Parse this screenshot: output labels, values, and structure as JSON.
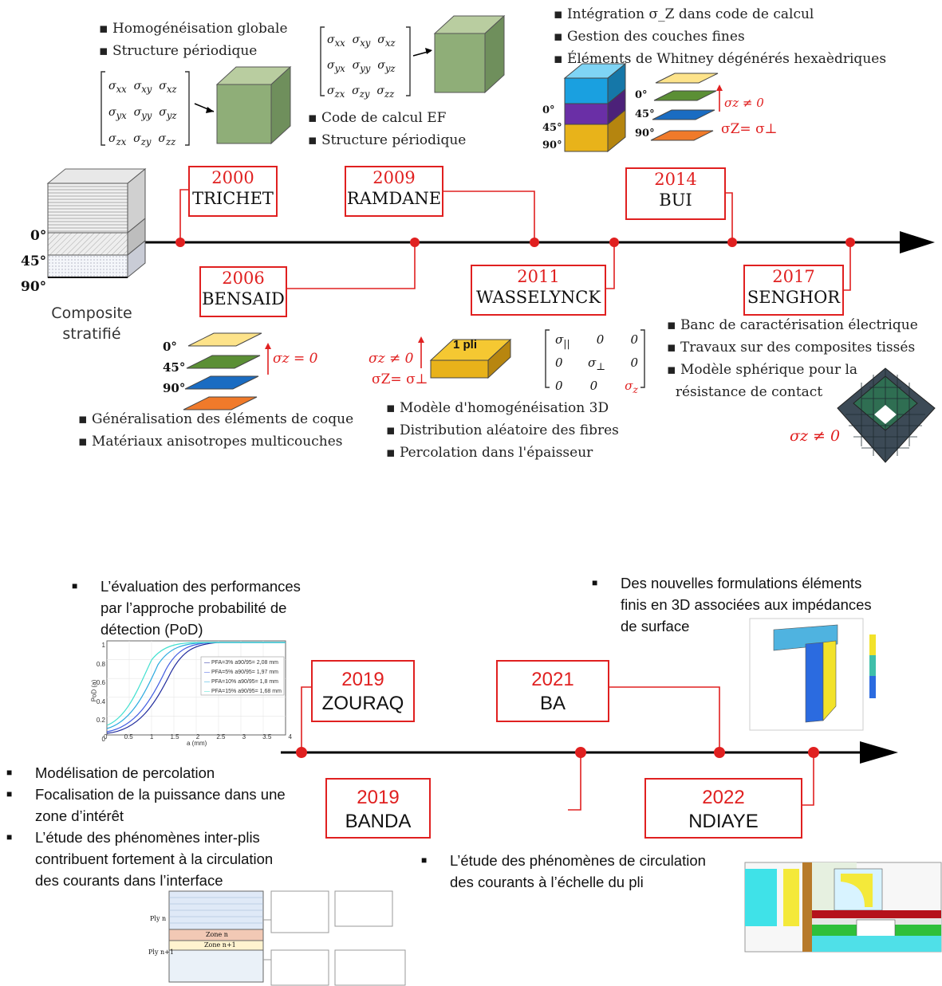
{
  "timeline1": {
    "entries": [
      {
        "year": "2000",
        "name": "TRICHET"
      },
      {
        "year": "2006",
        "name": "BENSAID"
      },
      {
        "year": "2009",
        "name": "RAMDANE"
      },
      {
        "year": "2011",
        "name": "WASSELYNCK"
      },
      {
        "year": "2014",
        "name": "BUI"
      },
      {
        "year": "2017",
        "name": "SENGHOR"
      }
    ],
    "composite_label_1": "Composite",
    "composite_label_2": "stratifié",
    "angles": [
      "0°",
      "45°",
      "90°"
    ],
    "trichet_bullets": [
      "Homogénéisation globale",
      "Structure périodique"
    ],
    "ramdane_bullets": [
      "Code de calcul EF",
      "Structure périodique"
    ],
    "bui_bullets": [
      "Intégration σ_Z dans code de calcul",
      "Gestion des couches fines",
      "Éléments de Whitney dégénérés hexaèdriques"
    ],
    "bensaid_bullets": [
      "Généralisation des éléments de coque",
      "Matériaux anisotropes multicouches"
    ],
    "wasselynck_bullets": [
      "Modèle d'homogénéisation 3D",
      "Distribution aléatoire des fibres",
      "Percolation dans l'épaisseur"
    ],
    "senghor_bullets": [
      "Banc de caractérisation électrique",
      "Travaux sur des composites  tissés",
      "Modèle sphérique pour la",
      "résistance de contact"
    ],
    "sigma_z_ne0": "σz ≠ 0",
    "sigma_z_eq0": "σz = 0",
    "sigma_z_perp": "σZ= σ⊥",
    "one_ply": "1 pli"
  },
  "timeline2": {
    "entries": [
      {
        "year": "2019",
        "name": "ZOURAQ"
      },
      {
        "year": "2019",
        "name": "BANDA"
      },
      {
        "year": "2021",
        "name": "BA"
      },
      {
        "year": "2022",
        "name": "NDIAYE"
      }
    ],
    "zouraq_bullet": [
      "L’évaluation des performances",
      "par l’approche probabilité de",
      "détection (PoD)"
    ],
    "ba_bullet": [
      "Des nouvelles formulations éléments",
      "finis en 3D associées aux impédances",
      "de surface"
    ],
    "banda_bullets": [
      [
        "Modélisation de percolation"
      ],
      [
        "Focalisation de la puissance dans une",
        "zone d’intérêt"
      ],
      [
        "L’étude des phénomènes inter-plis",
        "contribuent fortement à la circulation",
        "des courants dans l’interface"
      ]
    ],
    "ndiaye_bullet": [
      "L’étude des phénomènes de circulation",
      "des courants à l’échelle du pli"
    ],
    "pod_legend": [
      "PFA=3% a90/95= 2,08 mm",
      "PFA=5% a90/95= 1,97 mm",
      "PFA=10% a90/95= 1,8 mm",
      "PFA=15% a90/95= 1,68 mm"
    ],
    "pod_ylabel": "PoD (a)",
    "pod_xlabel": "a (mm)",
    "pod_xticks": [
      "0",
      "0.5",
      "1",
      "1.5",
      "2",
      "2.5",
      "3",
      "3.5",
      "4"
    ],
    "pod_yticks": [
      "0",
      "0.2",
      "0.4",
      "0.6",
      "0.8",
      "1"
    ],
    "ply_labels": [
      "Ply n",
      "Zone n",
      "Zone n+1",
      "Ply n+1"
    ]
  },
  "colors": {
    "accent_red": "#e02020",
    "axis": "#000000"
  }
}
